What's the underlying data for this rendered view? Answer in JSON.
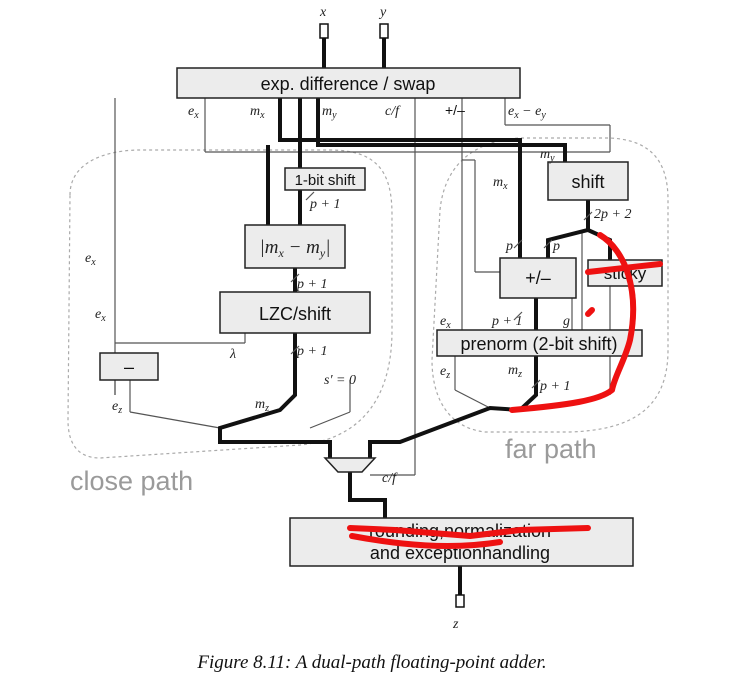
{
  "inputs": {
    "x": "x",
    "y": "y",
    "z": "z"
  },
  "blocks": {
    "exp_swap": "exp. difference / swap",
    "one_bit_shift": "1-bit shift",
    "mx_minus_my": "|m",
    "lzc_shift": "LZC/shift",
    "minus": "–",
    "shift": "shift",
    "plus_minus": "+/–",
    "sticky": "sticky",
    "prenorm": "prenorm (2-bit shift)",
    "rounding_line1": "rounding,normalization",
    "rounding_line2": "and exceptionhandling"
  },
  "signals": {
    "ex": "e",
    "mx": "m",
    "my": "m",
    "cf": "c/f",
    "pm": "+/–",
    "ex_ey": "e",
    "p1": "p + 1",
    "p2": "2p + 2",
    "p": "p",
    "g": "g",
    "lambda": "λ",
    "sprime": "s′ = 0",
    "mz": "m",
    "ez": "e",
    "cf2": "c/f"
  },
  "regions": {
    "close": "close path",
    "far": "far path"
  },
  "caption": "Figure 8.11: A dual-path floating-point adder.",
  "colors": {
    "annotation": "#ee1111",
    "box_fill": "#ececec"
  }
}
